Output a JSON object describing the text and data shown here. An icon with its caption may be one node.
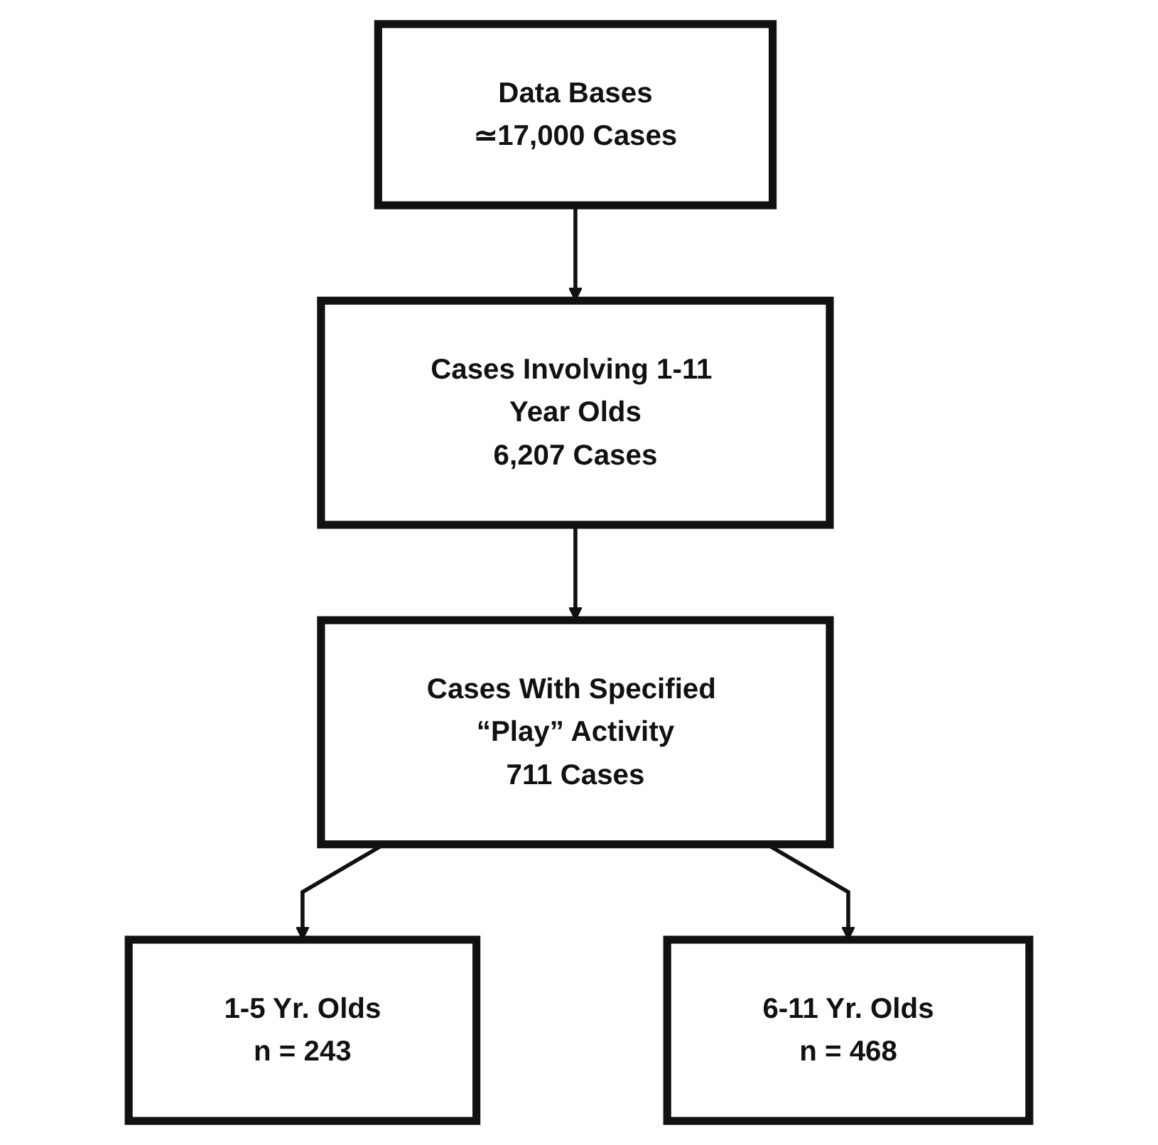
{
  "diagram": {
    "nodes": [
      {
        "text": [
          "Data Bases",
          "≃17,000 Cases"
        ]
      },
      {
        "text": [
          "Cases Involving 1-11 Year Olds",
          "6,207 Cases"
        ]
      },
      {
        "text": [
          "Cases With Specified “Play” Activity",
          "711 Cases"
        ]
      },
      {
        "text": [
          "1-5 Yr. Olds",
          "n = 243"
        ]
      },
      {
        "text": [
          "6-11 Yr. Olds",
          "n = 468"
        ]
      }
    ],
    "edges": [
      {
        "from": 0,
        "to": 1,
        "arrow": "to"
      },
      {
        "from": 1,
        "to": 2,
        "arrow": "to"
      },
      {
        "from": 2,
        "to": 3,
        "arrow": "to"
      },
      {
        "from": 2,
        "to": 4,
        "arrow": "to"
      }
    ]
  }
}
